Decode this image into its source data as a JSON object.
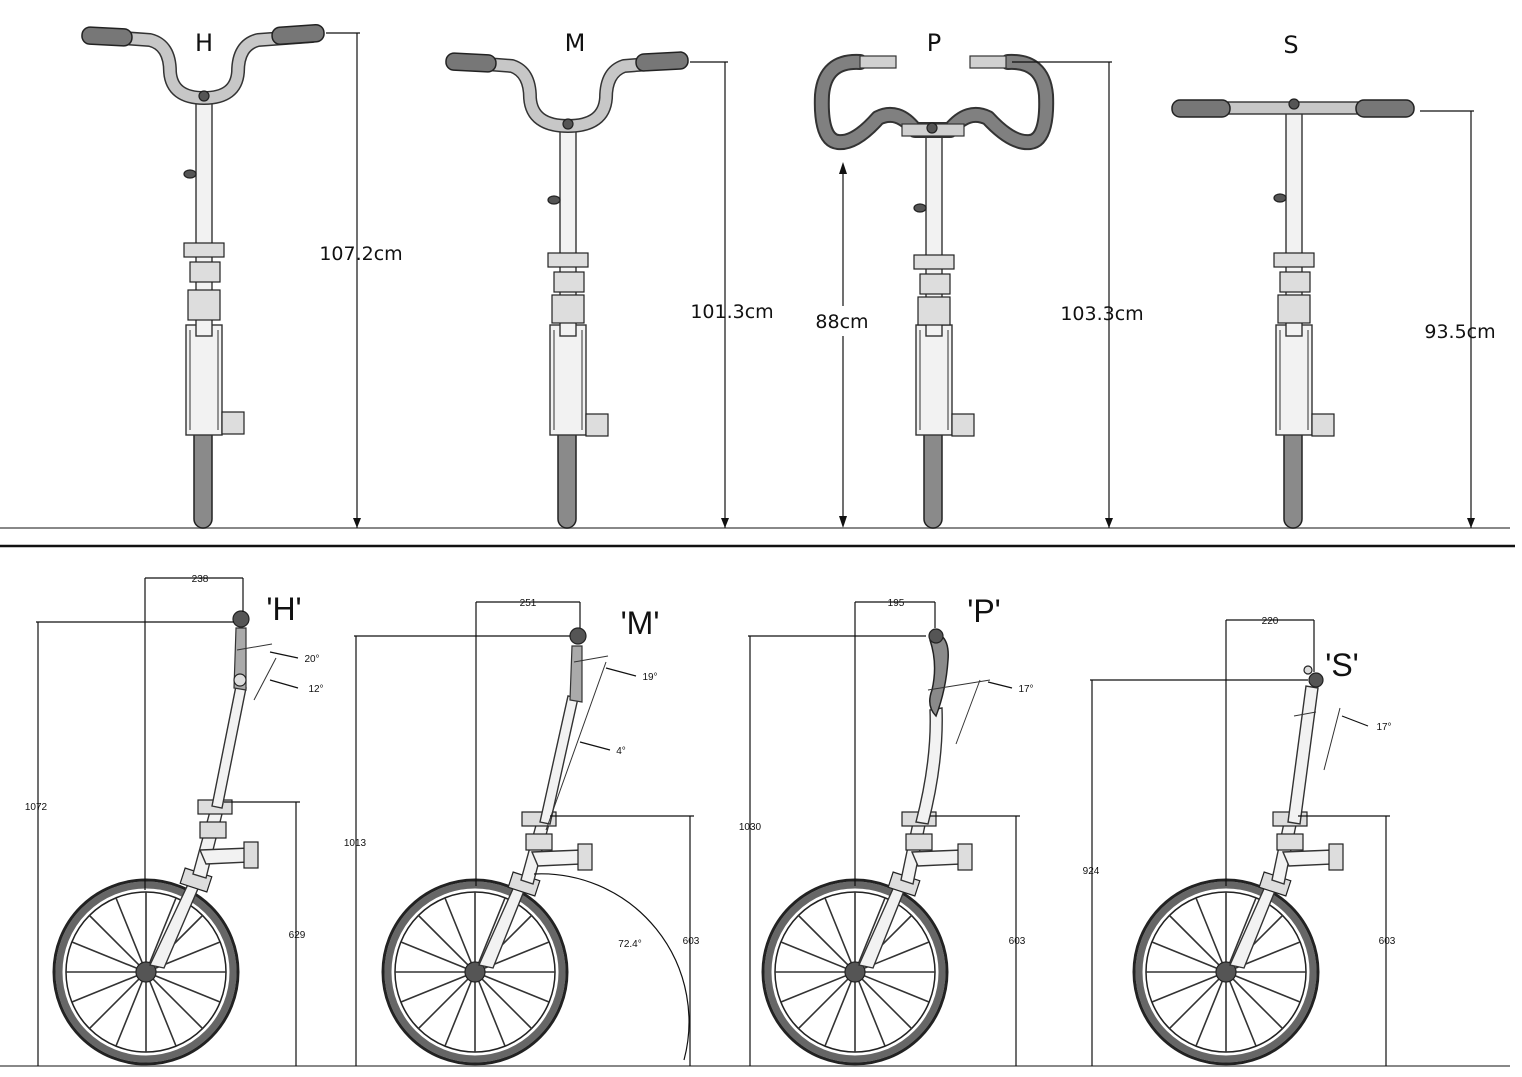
{
  "front_views": [
    {
      "label": "H",
      "height": "107.2cm"
    },
    {
      "label": "M",
      "height": "101.3cm"
    },
    {
      "label": "P",
      "height": "103.3cm",
      "grip_height": "88cm"
    },
    {
      "label": "S",
      "height": "93.5cm"
    }
  ],
  "side_views": [
    {
      "label": "'H'",
      "reach": "238",
      "height": "1072",
      "seat_height": "629",
      "angle_1": "20°",
      "angle_2": "12°"
    },
    {
      "label": "'M'",
      "reach": "251",
      "height": "1013",
      "seat_height": "603",
      "angle_1": "19°",
      "angle_2": "4°",
      "head_angle": "72.4°"
    },
    {
      "label": "'P'",
      "reach": "195",
      "height": "1030",
      "seat_height": "603",
      "angle_1": "17°"
    },
    {
      "label": "'S'",
      "reach": "220",
      "height": "924",
      "seat_height": "603",
      "angle_1": "17°"
    }
  ]
}
